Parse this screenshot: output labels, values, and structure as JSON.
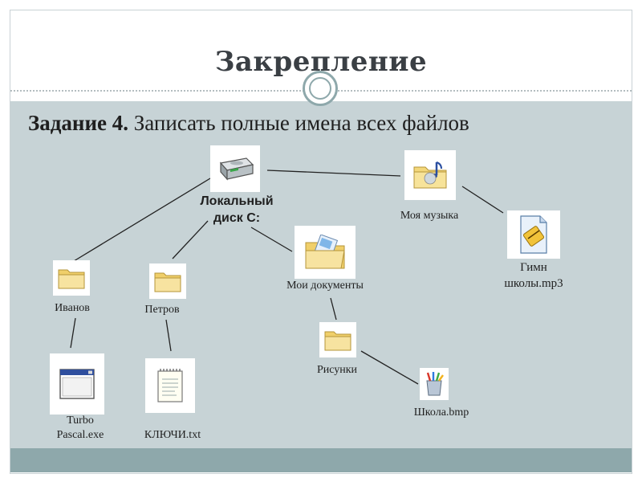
{
  "slide": {
    "title": "Закрепление",
    "task_bold": "Задание 4.",
    "task_text": " Записать полные имена всех файлов"
  },
  "tree": {
    "root": {
      "label_line1": "Локальный",
      "label_line2": "диск С:",
      "icon": "hard-drive-icon"
    },
    "folders": {
      "ivanov": {
        "label": "Иванов",
        "icon": "folder-icon"
      },
      "petrov": {
        "label": "Петров",
        "icon": "folder-icon"
      },
      "my_documents": {
        "label": "Мои документы",
        "icon": "documents-folder-icon"
      },
      "my_music": {
        "label": "Моя музыка",
        "icon": "music-folder-icon"
      },
      "pictures": {
        "label": "Рисунки",
        "icon": "folder-icon"
      }
    },
    "files": {
      "turbo": {
        "label_line1": "Turbo",
        "label_line2": "Pascal.exe",
        "icon": "application-window-icon"
      },
      "keys": {
        "label": "КЛЮЧИ.txt",
        "icon": "text-file-icon"
      },
      "school": {
        "label": "Школа.bmp",
        "icon": "paint-image-icon"
      },
      "anthem": {
        "label_line1": "Гимн",
        "label_line2": "школы.mp3",
        "icon": "audio-file-icon"
      }
    }
  },
  "colors": {
    "content_bg": "#c7d3d6",
    "bar": "#8ea8ab",
    "folder": "#f3d77a"
  }
}
